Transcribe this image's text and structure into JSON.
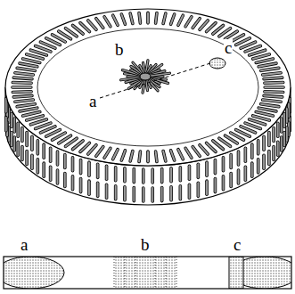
{
  "diagram": {
    "labels": [
      "b",
      "c",
      "a",
      "a",
      "b",
      "c"
    ]
  }
}
